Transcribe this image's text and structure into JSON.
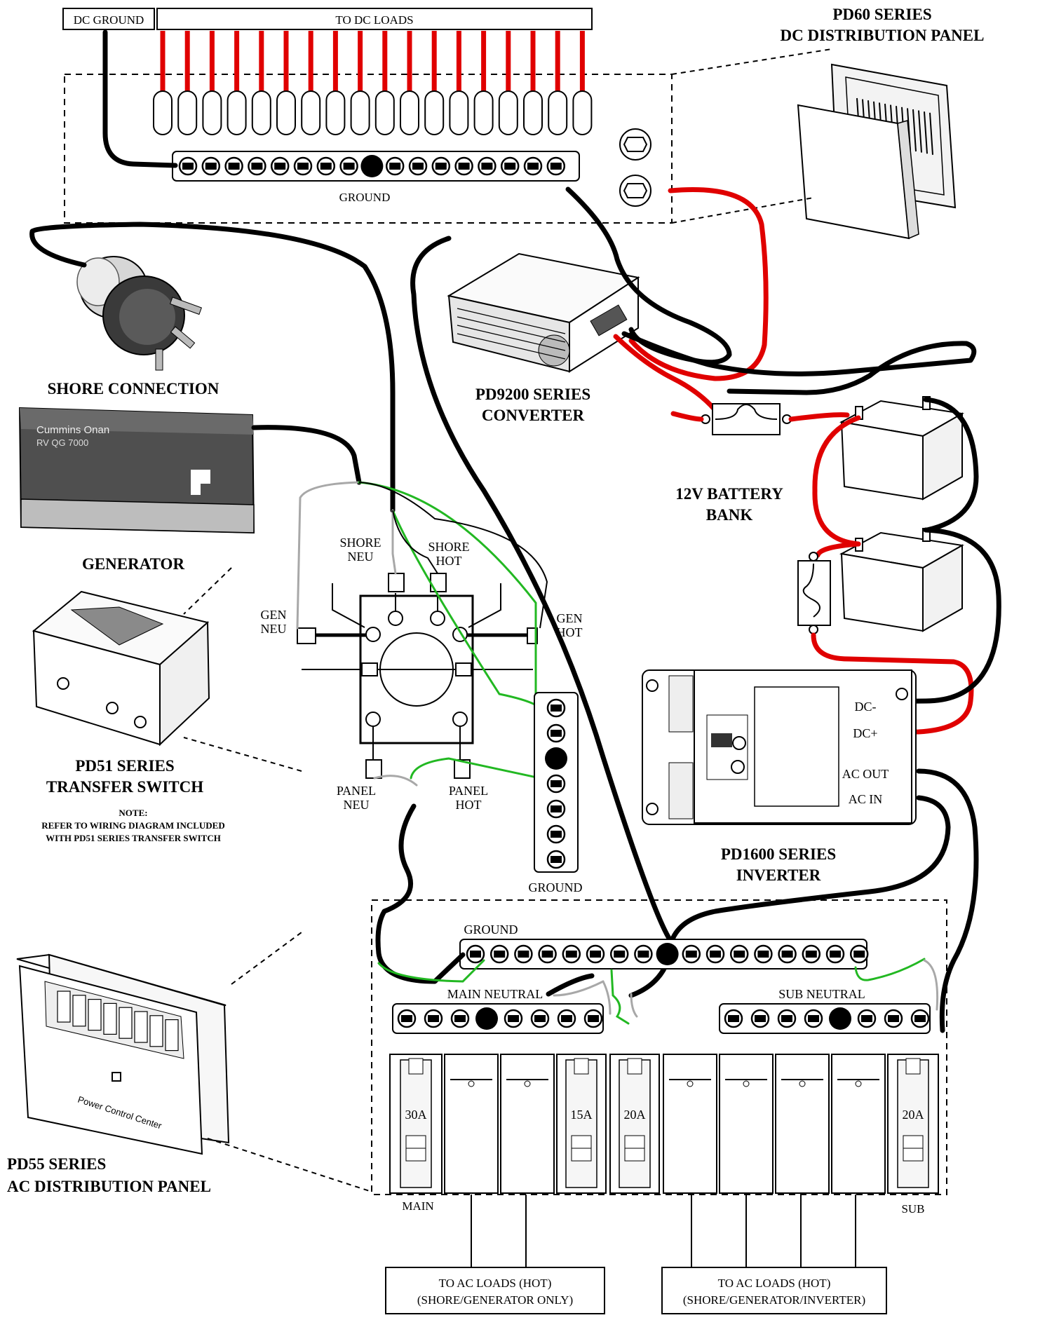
{
  "labels": {
    "dc_ground": "DC GROUND",
    "to_dc_loads": "TO DC LOADS",
    "pd60_line1": "PD60 SERIES",
    "pd60_line2": "DC DISTRIBUTION PANEL",
    "dc_ground_bar": "GROUND",
    "shore_connection": "SHORE CONNECTION",
    "generator": "GENERATOR",
    "generator_brand": "Cummins Onan",
    "generator_model": "RV QG 7000",
    "pd9200_line1": "PD9200 SERIES",
    "pd9200_line2": "CONVERTER",
    "battery_line1": "12V BATTERY",
    "battery_line2": "BANK",
    "shore_neu_1": "SHORE",
    "shore_neu_2": "NEU",
    "shore_hot_1": "SHORE",
    "shore_hot_2": "HOT",
    "gen_neu_1": "GEN",
    "gen_neu_2": "NEU",
    "gen_hot_1": "GEN",
    "gen_hot_2": "HOT",
    "panel_neu_1": "PANEL",
    "panel_neu_2": "NEU",
    "panel_hot_1": "PANEL",
    "panel_hot_2": "HOT",
    "ts_ground": "GROUND",
    "pd51_line1": "PD51 SERIES",
    "pd51_line2": "TRANSFER SWITCH",
    "note_1": "NOTE:",
    "note_2": "REFER TO WIRING DIAGRAM INCLUDED",
    "note_3": "WITH PD51 SERIES TRANSFER SWITCH",
    "inv_dc_minus": "DC-",
    "inv_dc_plus": "DC+",
    "inv_ac_out": "AC OUT",
    "inv_ac_in": "AC IN",
    "pd1600_line1": "PD1600 SERIES",
    "pd1600_line2": "INVERTER",
    "ac_ground": "GROUND",
    "main_neutral": "MAIN NEUTRAL",
    "sub_neutral": "SUB NEUTRAL",
    "breaker_30a": "30A",
    "breaker_15a": "15A",
    "breaker_20a_1": "20A",
    "breaker_20a_2": "20A",
    "main": "MAIN",
    "sub": "SUB",
    "pd55_line1": "PD55 SERIES",
    "pd55_line2": "AC DISTRIBUTION PANEL",
    "pd55_brand": "Power Control Center",
    "loads_left_1": "TO AC LOADS (HOT)",
    "loads_left_2": "(SHORE/GENERATOR ONLY)",
    "loads_right_1": "TO AC LOADS (HOT)",
    "loads_right_2": "(SHORE/GENERATOR/INVERTER)"
  },
  "colors": {
    "hot_dc": "#e00000",
    "neg_ac": "#000000",
    "ground": "#22b822",
    "neutral": "#a8a8a8"
  },
  "dc_fuse_count": 18
}
